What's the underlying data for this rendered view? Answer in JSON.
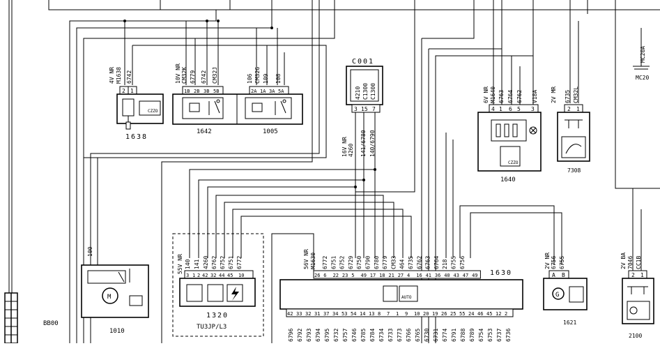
{
  "ground_label": "BB00",
  "c1638": {
    "code": "1638",
    "title": "4V NR",
    "conn": "M1638",
    "wire": "6742",
    "pins": [
      "2",
      "1"
    ]
  },
  "c1642": {
    "code": "1642",
    "title": "10V NR",
    "conn": "CM32K",
    "wires": [
      "6779",
      "6742",
      "CM32J"
    ],
    "pins": [
      "1B",
      "2B",
      "3B",
      "5B"
    ]
  },
  "c1005": {
    "code": "1005",
    "wires": [
      "106",
      "CM32G",
      "109",
      "108"
    ],
    "pins": [
      "2A",
      "1A",
      "3A",
      "5A"
    ]
  },
  "c001": {
    "code": "C001",
    "inner": [
      "4210",
      "C1300",
      "C1300"
    ],
    "pins": [
      "3",
      "15",
      "7"
    ]
  },
  "c001_wires": {
    "title": "16V NR",
    "conn": "4260",
    "w1": "141/6780",
    "w2": "140/6790"
  },
  "c1640": {
    "code": "1640",
    "title": "6V NR",
    "conn": "M1640",
    "wires": [
      "6763",
      "6764",
      "6762"
    ],
    "v": "V18A",
    "pins": [
      "4",
      "1",
      "6",
      "5",
      "3"
    ]
  },
  "c7308": {
    "code": "7308",
    "title": "2V MR",
    "wires": [
      "6735",
      "CM32L"
    ],
    "pins": [
      "2",
      "1"
    ]
  },
  "mc20": {
    "wire": "MC20A",
    "label": "MC20"
  },
  "c1010": {
    "code": "1010",
    "wire": "100"
  },
  "c1320": {
    "code": "1320",
    "sub": "TU3JP/L3",
    "title": "55V NR",
    "wires": [
      "140",
      "141",
      "4260",
      "6762",
      "6752",
      "6751",
      "6772"
    ],
    "pins": [
      "3",
      "1",
      "2",
      "42",
      "32",
      "44",
      "45",
      "10"
    ]
  },
  "c1630": {
    "code": "1630",
    "title": "56V NR",
    "conn": "M1630",
    "top_wires": [
      "6772",
      "6751",
      "6752",
      "6729",
      "6750",
      "6790",
      "6780",
      "6779",
      "CM33",
      "464",
      "6735",
      "6762",
      "6763",
      "6764",
      "218",
      "6755",
      "6756"
    ],
    "top_pins": [
      "26",
      "6",
      "22",
      "23",
      "5",
      "49",
      "17",
      "18",
      "21",
      "27",
      "4",
      "16",
      "41",
      "36",
      "40",
      "43",
      "47",
      "49"
    ],
    "bottom_pins": [
      "42",
      "33",
      "32",
      "31",
      "37",
      "34",
      "53",
      "54",
      "14",
      "13",
      "8",
      "7",
      "1",
      "9",
      "10",
      "20",
      "19",
      "26",
      "25",
      "55",
      "24",
      "46",
      "45",
      "12",
      "2"
    ],
    "bottom_wires": [
      "6796",
      "6792",
      "6793",
      "6794",
      "6795",
      "6732",
      "6757",
      "6746",
      "6785",
      "6784",
      "6734",
      "6733",
      "6773",
      "6766",
      "6765",
      "6730",
      "6731",
      "6774",
      "6791",
      "6788",
      "6789",
      "6754",
      "6753",
      "6737",
      "6736"
    ]
  },
  "c1621": {
    "code": "1621",
    "title": "2V NR",
    "wires": [
      "6756",
      "6755"
    ],
    "pins": [
      "A",
      "B"
    ]
  },
  "c2100": {
    "code": "2100",
    "title": "2V BA",
    "wires": [
      "7046",
      "CC1B"
    ],
    "pins": [
      "2",
      "1"
    ]
  },
  "auto_badge": "AUTO",
  "czzo": "CZZO",
  "motor_symbol": "M",
  "gen_symbol": "G"
}
